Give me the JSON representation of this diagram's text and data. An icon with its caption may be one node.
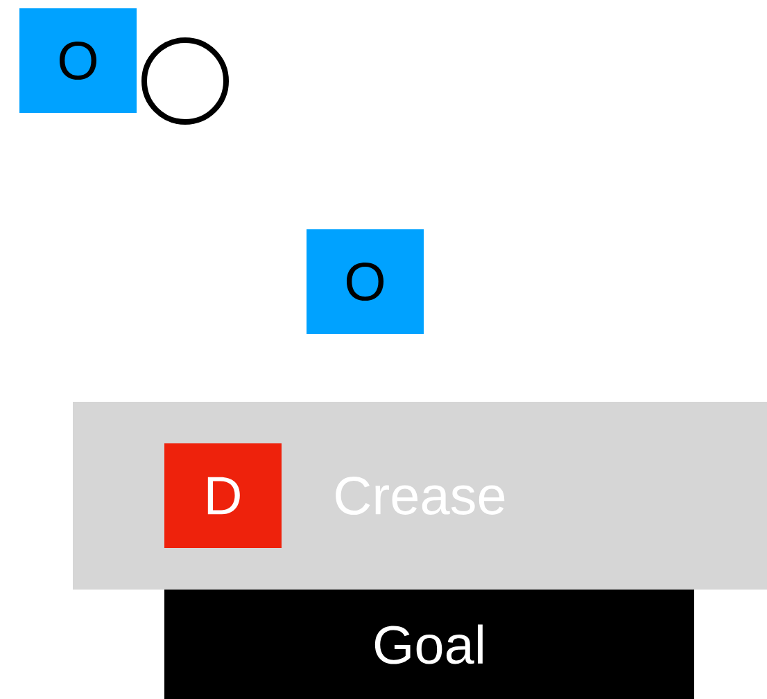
{
  "diagram": {
    "nodes": [
      {
        "text": [
          "O"
        ]
      },
      {
        "text": [],
        "shape": "circle"
      },
      {
        "text": [
          "O"
        ]
      },
      {
        "text": [
          "Crease"
        ]
      },
      {
        "text": [
          "D"
        ],
        "in": 3
      },
      {
        "text": [
          "Goal"
        ]
      }
    ]
  }
}
